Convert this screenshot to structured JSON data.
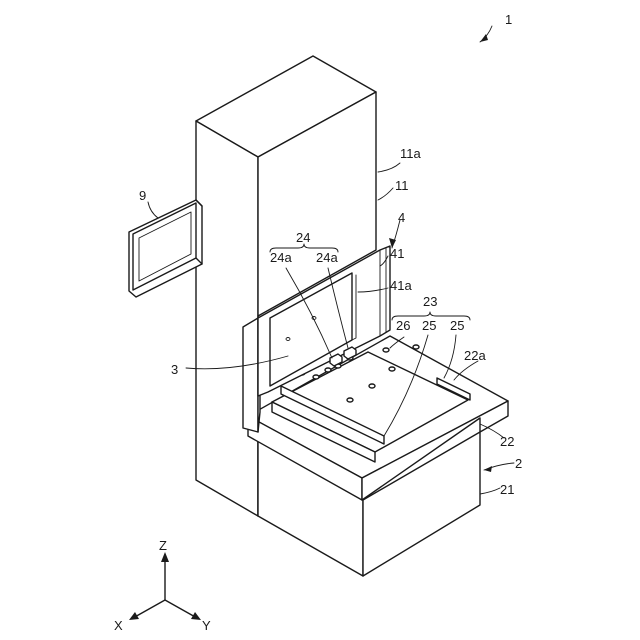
{
  "labels": {
    "l1": "1",
    "l2": "2",
    "l3": "3",
    "l4": "4",
    "l9": "9",
    "l11": "11",
    "l11a": "11a",
    "l21": "21",
    "l22": "22",
    "l22a": "22a",
    "l23": "23",
    "l24": "24",
    "l24a_left": "24a",
    "l24a_right": "24a",
    "l25_left": "25",
    "l25_right": "25",
    "l26": "26",
    "l41": "41",
    "l41a": "41a"
  },
  "axes": {
    "z": "Z",
    "x": "X",
    "y": "Y"
  }
}
